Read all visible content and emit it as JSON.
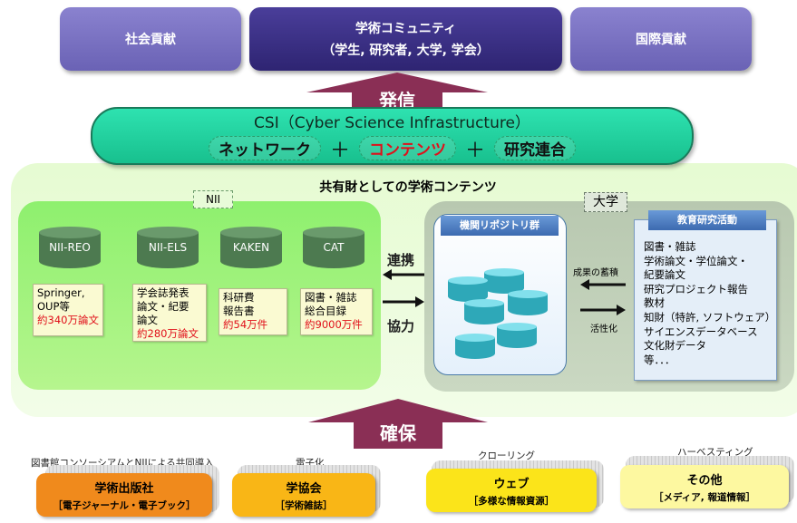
{
  "top_boxes": [
    {
      "label": "社会貢献"
    },
    {
      "line1": "学術コミュニティ",
      "line2": "（学生, 研究者, 大学, 学会）"
    },
    {
      "label": "国際貢献"
    }
  ],
  "arrows": {
    "up_top": "発信",
    "up_bottom": "確保"
  },
  "csi": {
    "title": "CSI（Cyber Science Infrastructure）",
    "network": "ネットワーク",
    "plus": "＋",
    "contents": "コンテンツ",
    "collab": "研究連合"
  },
  "shared_title": "共有財としての学術コンテンツ",
  "nii": {
    "label": "NII",
    "databases": [
      "NII-REO",
      "NII-ELS",
      "KAKEN",
      "CAT"
    ],
    "cards": [
      {
        "l1": "Springer,",
        "l2": "OUP等",
        "l3": "",
        "red": "約340万論文"
      },
      {
        "l1": "学会誌発表",
        "l2": "論文・紀要",
        "l3": "論文",
        "red": "約280万論文"
      },
      {
        "l1": "科研費",
        "l2": "報告書",
        "l3": "",
        "red": "約54万件"
      },
      {
        "l1": "図書・雑誌",
        "l2": "総合目録",
        "l3": "",
        "red": "約9000万件"
      }
    ]
  },
  "middle": {
    "link": "連携",
    "coop": "協力"
  },
  "university": {
    "label": "大学",
    "repo_title": "機関リポジトリ群",
    "accumulate": "成果の蓄積",
    "activate": "活性化",
    "edu_title": "教育研究活動",
    "edu_items": [
      "図書・雑誌",
      "学術論文・学位論文・",
      "紀要論文",
      "研究プロジェクト報告",
      "教材",
      "知財（特許, ソフトウェア）",
      "サイエンスデータベース",
      "文化財データ",
      "等．．．"
    ]
  },
  "bottom": {
    "labels": [
      "図書館コンソーシアムとNIIによる共同導入",
      "電子化",
      "クローリング",
      "ハーベスティング"
    ],
    "cards": [
      {
        "t1": "学術出版社",
        "t2": "［電子ジャーナル・電子ブック］"
      },
      {
        "t1": "学協会",
        "t2": "［学術雑誌］"
      },
      {
        "t1": "ウェブ",
        "t2": "［多様な情報資源］"
      },
      {
        "t1": "その他",
        "t2": "［メディア, 報道情報］"
      }
    ]
  },
  "colors": {
    "top_light": "#7a72c5",
    "top_dark": "#3a2f85",
    "arrow": "#8a2f55",
    "csi": "#20d09e",
    "red": "#e0101a",
    "publisher": "#f08a1c",
    "society": "#f9b616",
    "web": "#fbe41a",
    "other": "#fdf8a0"
  }
}
